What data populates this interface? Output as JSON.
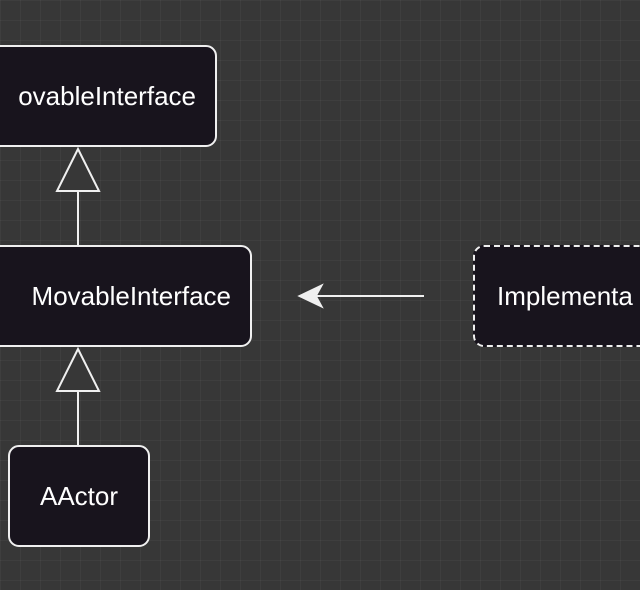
{
  "diagram": {
    "nodes": {
      "top": {
        "label": "ovableInterface"
      },
      "middle": {
        "label": "MovableInterface"
      },
      "bottom": {
        "label": "AActor"
      },
      "right": {
        "label": "Implementa"
      }
    },
    "edges": [
      {
        "from": "middle",
        "to": "top",
        "kind": "inheritance"
      },
      {
        "from": "bottom",
        "to": "middle",
        "kind": "inheritance"
      },
      {
        "from": "right",
        "to": "middle",
        "kind": "arrow"
      }
    ],
    "colors": {
      "background": "#373737",
      "node_fill": "#18141d",
      "stroke": "#f0f0f0",
      "text": "#ffffff"
    }
  }
}
